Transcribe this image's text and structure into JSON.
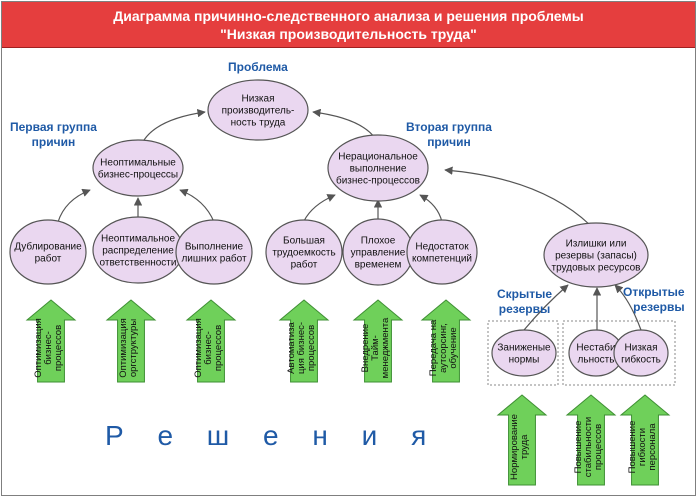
{
  "title": {
    "line1": "Диаграмма причинно-следственного анализа и решения проблемы",
    "line2": "\"Низкая производительность труда\""
  },
  "labels": {
    "problem": "Проблема",
    "group1": [
      "Первая группа",
      "причин"
    ],
    "group2": [
      "Вторая группа",
      "причин"
    ],
    "hidden": [
      "Скрытые",
      "резервы"
    ],
    "open": [
      "Открытые",
      "резервы"
    ],
    "solutions": "Решения"
  },
  "nodes": {
    "root": [
      "Низкая",
      "производитель-",
      "ность труда"
    ],
    "g1": [
      "Неоптимальные",
      "бизнес-процессы"
    ],
    "g2": [
      "Нерациональное",
      "выполнение",
      "бизнес-процессов"
    ],
    "dup": [
      "Дублирование",
      "работ"
    ],
    "dist": [
      "Неоптимальное",
      "распределение",
      "ответственности"
    ],
    "extra": [
      "Выполнение",
      "лишних работ"
    ],
    "labor": [
      "Большая",
      "трудоемкость",
      "работ"
    ],
    "time": [
      "Плохое",
      "управление",
      "временем"
    ],
    "comp": [
      "Недостаток",
      "компетенций"
    ],
    "reserves": [
      "Излишки или",
      "резервы (запасы)",
      "трудовых ресурсов"
    ],
    "norms": [
      "Заниженые",
      "нормы"
    ],
    "unstable": [
      "Нестаби",
      "льность"
    ],
    "flex": [
      "Низкая",
      "гибкость"
    ]
  },
  "solutions": [
    [
      "Оптимизация",
      "бизнес-",
      "процессов"
    ],
    [
      "Оптимизация",
      "оргструктуры"
    ],
    [
      "Оптимизация",
      "бизнес-",
      "процессов"
    ],
    [
      "Автоматиза",
      "ция бизнес-",
      "процессов"
    ],
    [
      "Внедрение",
      "Тайм-",
      "менеджмента"
    ],
    [
      "Передача на",
      "аутсорсинг,",
      "обучение"
    ],
    [
      "Нормирование",
      "труда"
    ],
    [
      "Повышение",
      "стабильности",
      "процессов"
    ],
    [
      "Повышение",
      "гибкости",
      "персонала"
    ]
  ],
  "colors": {
    "title_bg": "#e53e3e",
    "node_fill": "#ead7f0",
    "node_stroke": "#555555",
    "arrow_green": "#6fd05a",
    "label_blue": "#1f5aa6"
  }
}
